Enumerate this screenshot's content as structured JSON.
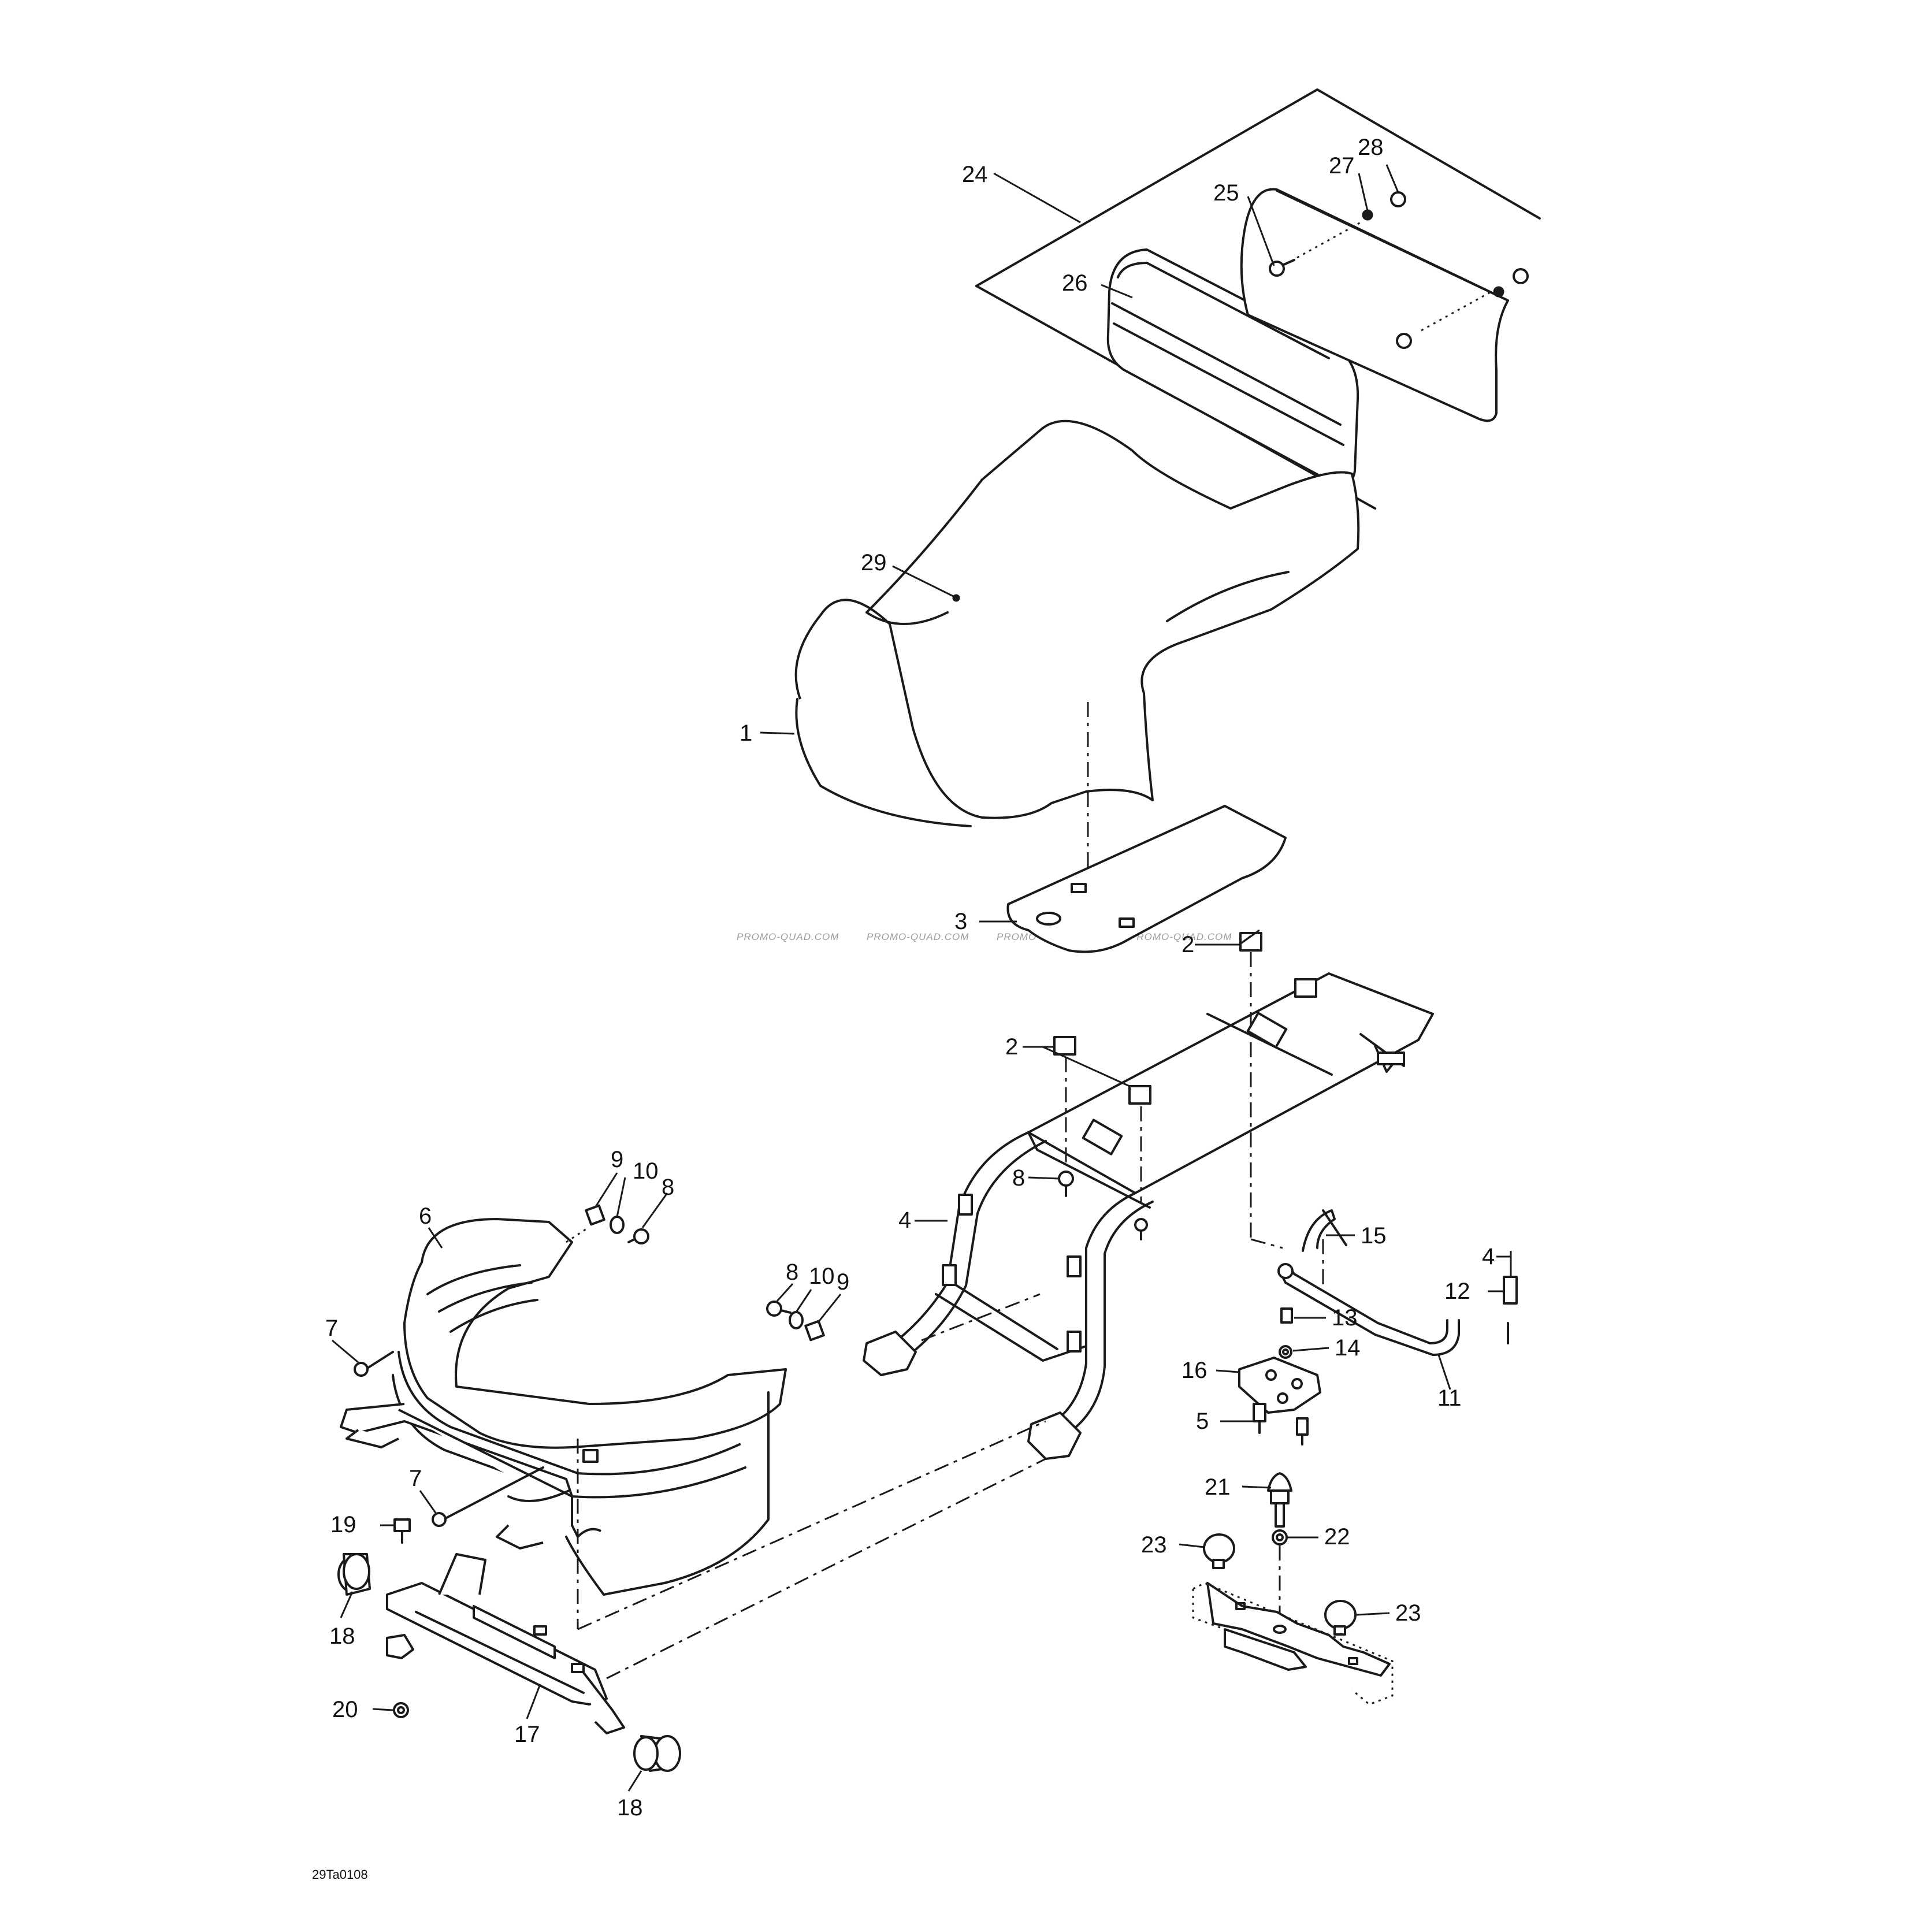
{
  "diagram": {
    "callouts": {
      "c1": "1",
      "c2a": "2",
      "c2b": "2",
      "c3": "3",
      "c4a": "4",
      "c4b": "4",
      "c5": "5",
      "c6": "6",
      "c7a": "7",
      "c7b": "7",
      "c8a": "8",
      "c8b": "8",
      "c8c": "8",
      "c9a": "9",
      "c9b": "9",
      "c10a": "10",
      "c10b": "10",
      "c11": "11",
      "c12": "12",
      "c13": "13",
      "c14": "14",
      "c15": "15",
      "c16": "16",
      "c17": "17",
      "c18a": "18",
      "c18b": "18",
      "c19": "19",
      "c20": "20",
      "c21": "21",
      "c22": "22",
      "c23a": "23",
      "c23b": "23",
      "c24": "24",
      "c25": "25",
      "c26": "26",
      "c27": "27",
      "c28": "28",
      "c29": "29"
    },
    "watermark": "PROMO-QUAD.COM",
    "drawing_code": "29Ta0108"
  }
}
